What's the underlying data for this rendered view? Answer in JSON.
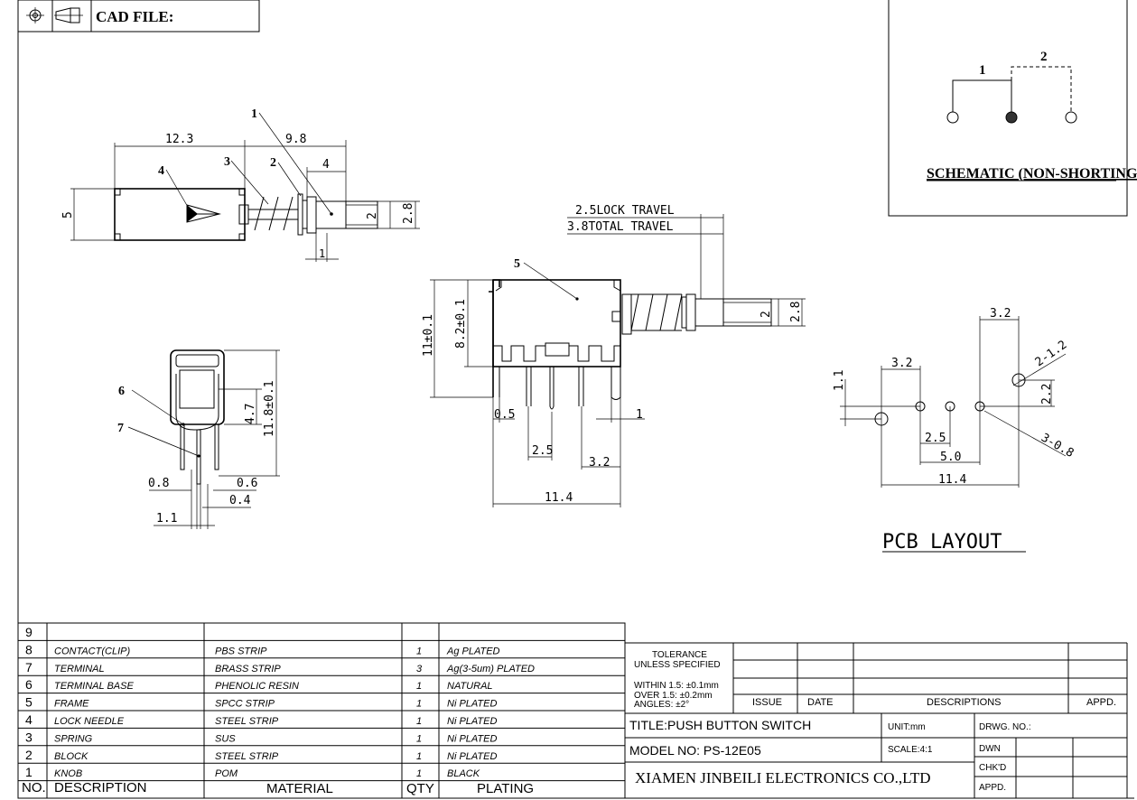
{
  "header": {
    "cad_file_label": "CAD FILE:"
  },
  "callouts": {
    "c1": "1",
    "c2": "2",
    "c3": "3",
    "c4": "4",
    "c5": "5",
    "c6": "6",
    "c7": "7"
  },
  "dims_top": {
    "d_12_3": "12.3",
    "d_9_8": "9.8",
    "d_4": "4",
    "d_5": "5",
    "d_2": "2",
    "d_2_8": "2.8",
    "d_1": "1"
  },
  "dims_mid": {
    "lock_travel": "2.5LOCK TRAVEL",
    "total_travel": "3.8TOTAL TRAVEL",
    "d_11": "11±0.1",
    "d_8_2": "8.2±0.1",
    "d_2": "2",
    "d_2_8": "2.8",
    "d_0_5": "0.5",
    "d_1": "1",
    "d_2_5": "2.5",
    "d_3_2": "3.2",
    "d_11_4": "11.4"
  },
  "dims_side": {
    "d_4_7": "4.7",
    "d_11_8": "11.8±0.1",
    "d_0_8": "0.8",
    "d_0_6": "0.6",
    "d_0_4": "0.4",
    "d_1_1": "1.1"
  },
  "schematic": {
    "pin1": "1",
    "pin2": "2",
    "title": "SCHEMATIC (NON-SHORTING)"
  },
  "pcb": {
    "d_3_2_top": "3.2",
    "d_3_2_left": "3.2",
    "d_1_1": "1.1",
    "d_2_1_2": "2-1.2",
    "d_2_2": "2.2",
    "d_3_0_8": "3-0.8",
    "d_2_5": "2.5",
    "d_5_0": "5.0",
    "d_11_4": "11.4",
    "title": "PCB LAYOUT"
  },
  "bom": {
    "rows": [
      {
        "no": "9",
        "desc": "",
        "material": "",
        "qty": "",
        "plating": ""
      },
      {
        "no": "8",
        "desc": "CONTACT(CLIP)",
        "material": "PBS STRIP",
        "qty": "1",
        "plating": "Ag PLATED"
      },
      {
        "no": "7",
        "desc": "TERMINAL",
        "material": "BRASS STRIP",
        "qty": "3",
        "plating": "Ag(3-5um) PLATED"
      },
      {
        "no": "6",
        "desc": "TERMINAL BASE",
        "material": "PHENOLIC RESIN",
        "qty": "1",
        "plating": "NATURAL"
      },
      {
        "no": "5",
        "desc": "FRAME",
        "material": "SPCC STRIP",
        "qty": "1",
        "plating": "Ni PLATED"
      },
      {
        "no": "4",
        "desc": "LOCK NEEDLE",
        "material": "STEEL STRIP",
        "qty": "1",
        "plating": "Ni PLATED"
      },
      {
        "no": "3",
        "desc": "SPRING",
        "material": "SUS",
        "qty": "1",
        "plating": "Ni PLATED"
      },
      {
        "no": "2",
        "desc": "BLOCK",
        "material": "STEEL STRIP",
        "qty": "1",
        "plating": "Ni PLATED"
      },
      {
        "no": "1",
        "desc": "KNOB",
        "material": "POM",
        "qty": "1",
        "plating": "BLACK"
      }
    ],
    "header": {
      "no": "NO.",
      "desc": "DESCRIPTION",
      "material": "MATERIAL",
      "qty": "QTY",
      "plating": "PLATING"
    }
  },
  "titleblock": {
    "tolerance_1": "TOLERANCE",
    "tolerance_2": "UNLESS SPECIFIED",
    "within": "WITHIN 1.5: ±0.1mm",
    "over": "OVER 1.5:  ±0.2mm",
    "angles": "ANGLES: ±2°",
    "issue": "ISSUE",
    "date": "DATE",
    "descriptions": "DESCRIPTIONS",
    "appd": "APPD.",
    "title": "TITLE:PUSH BUTTON SWITCH",
    "unit": "UNIT:mm",
    "drwg_no": "DRWG. NO.:",
    "model": "MODEL NO: PS-12E05",
    "scale": "SCALE:4:1",
    "dwn": "DWN",
    "chkd": "CHK'D",
    "appd2": "APPD.",
    "company": "XIAMEN JINBEILI ELECTRONICS CO.,LTD"
  }
}
